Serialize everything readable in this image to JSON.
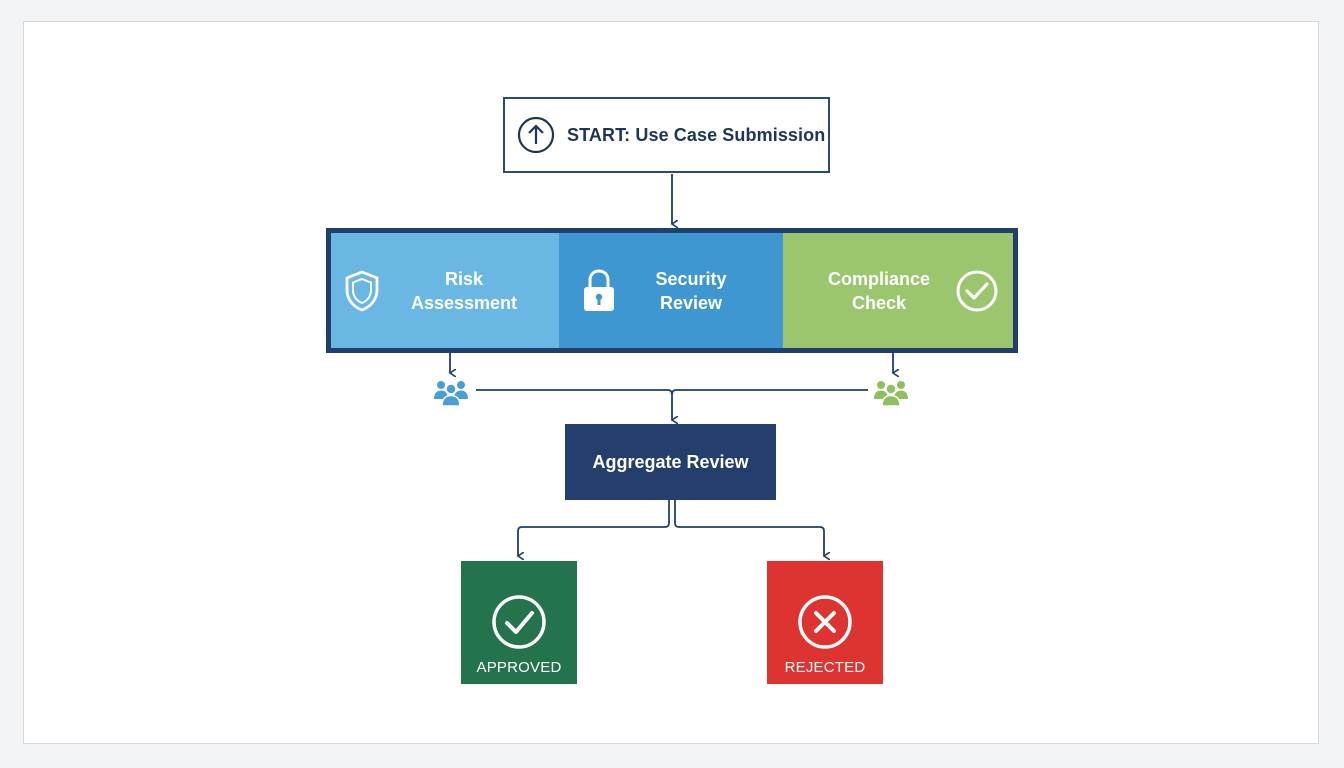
{
  "colors": {
    "navy": "#1f3f6e",
    "risk": "#6ab7e3",
    "security": "#3e97d1",
    "compliance": "#9cc66e",
    "approved": "#23734c",
    "rejected": "#de3431"
  },
  "start": {
    "label": "START: Use Case Submission",
    "icon": "arrow-up-circle-icon"
  },
  "stages": [
    {
      "label_line1": "Risk",
      "label_line2": "Assessment",
      "icon": "shield-icon"
    },
    {
      "label_line1": "Security",
      "label_line2": "Review",
      "icon": "lock-icon"
    },
    {
      "label_line1": "Compliance",
      "label_line2": "Check",
      "icon": "check-circle-icon"
    }
  ],
  "reviewers": [
    {
      "icon": "team-icon",
      "color": "#4a9ed6"
    },
    {
      "icon": "team-icon",
      "color": "#8fbf5e"
    }
  ],
  "aggregate": {
    "label": "Aggregate Review"
  },
  "outcomes": {
    "approved": {
      "label": "APPROVED",
      "icon": "check-circle-icon"
    },
    "rejected": {
      "label": "REJECTED",
      "icon": "x-circle-icon"
    }
  }
}
